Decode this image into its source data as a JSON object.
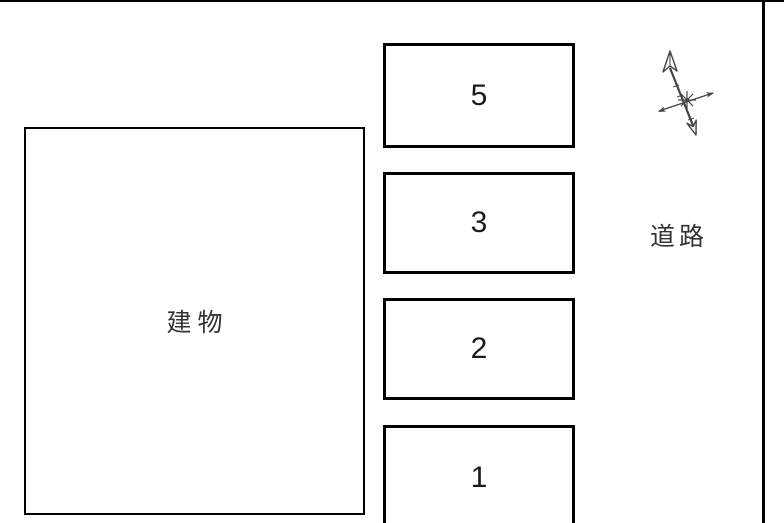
{
  "diagram": {
    "building": {
      "label": "建物"
    },
    "parking_spots": [
      {
        "label": "5"
      },
      {
        "label": "3"
      },
      {
        "label": "2"
      },
      {
        "label": "1"
      }
    ],
    "road_label": "道路",
    "compass_icon": "north-arrow"
  },
  "colors": {
    "line": "#000000",
    "text": "#333333",
    "number_text": "#1a1a1a",
    "icon": "#444444",
    "background": "#ffffff"
  }
}
